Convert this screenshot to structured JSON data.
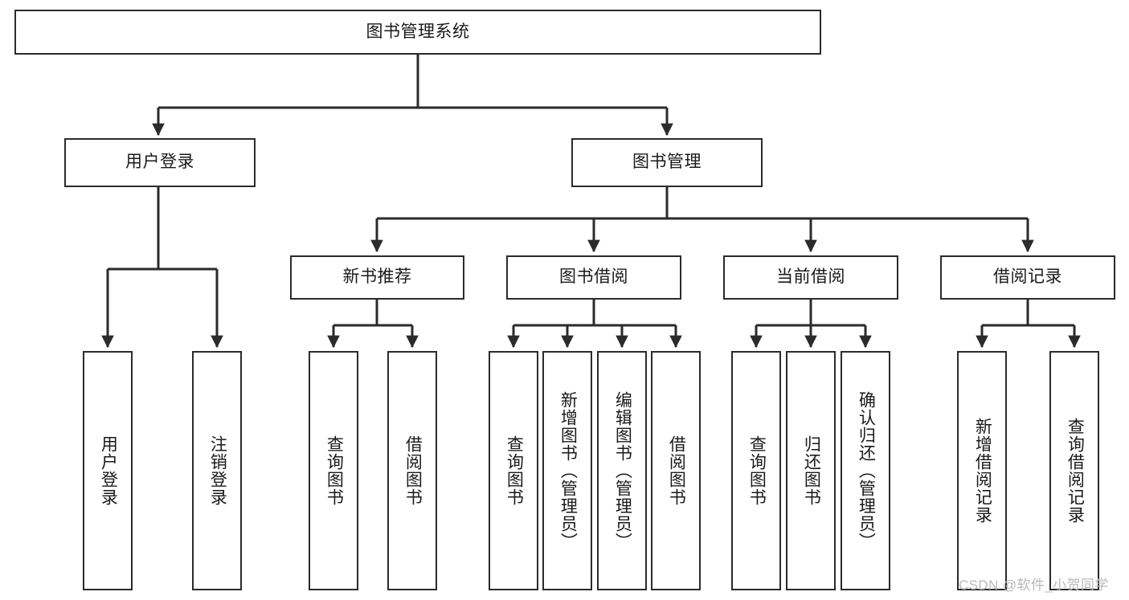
{
  "diagram": {
    "title_text": "图书管理系统",
    "type": "tree-hierarchy-diagram",
    "stroke_color": "#2b2b2b",
    "fill_color": "#ffffff",
    "text_color": "#1a1a1a",
    "root": {
      "label": "图书管理系统"
    },
    "level2": [
      {
        "label": "用户登录"
      },
      {
        "label": "图书管理"
      }
    ],
    "level3": [
      {
        "label": "新书推荐"
      },
      {
        "label": "图书借阅"
      },
      {
        "label": "当前借阅"
      },
      {
        "label": "借阅记录"
      }
    ],
    "leaves_user_login": [
      {
        "label": "用户登录"
      },
      {
        "label": "注销登录"
      }
    ],
    "leaves_new_book": [
      {
        "label": "查询图书"
      },
      {
        "label": "借阅图书"
      }
    ],
    "leaves_book_borrow": [
      {
        "label": "查询图书"
      },
      {
        "label": "新增图书（管理员）"
      },
      {
        "label": "编辑图书（管理员）"
      },
      {
        "label": "借阅图书"
      }
    ],
    "leaves_current_borrow": [
      {
        "label": "查询图书"
      },
      {
        "label": "归还图书"
      },
      {
        "label": "确认归还（管理员）"
      }
    ],
    "leaves_borrow_record": [
      {
        "label": "新增借阅记录"
      },
      {
        "label": "查询借阅记录"
      }
    ]
  },
  "watermark": {
    "text": "CSDN @软件_小贺同学"
  }
}
